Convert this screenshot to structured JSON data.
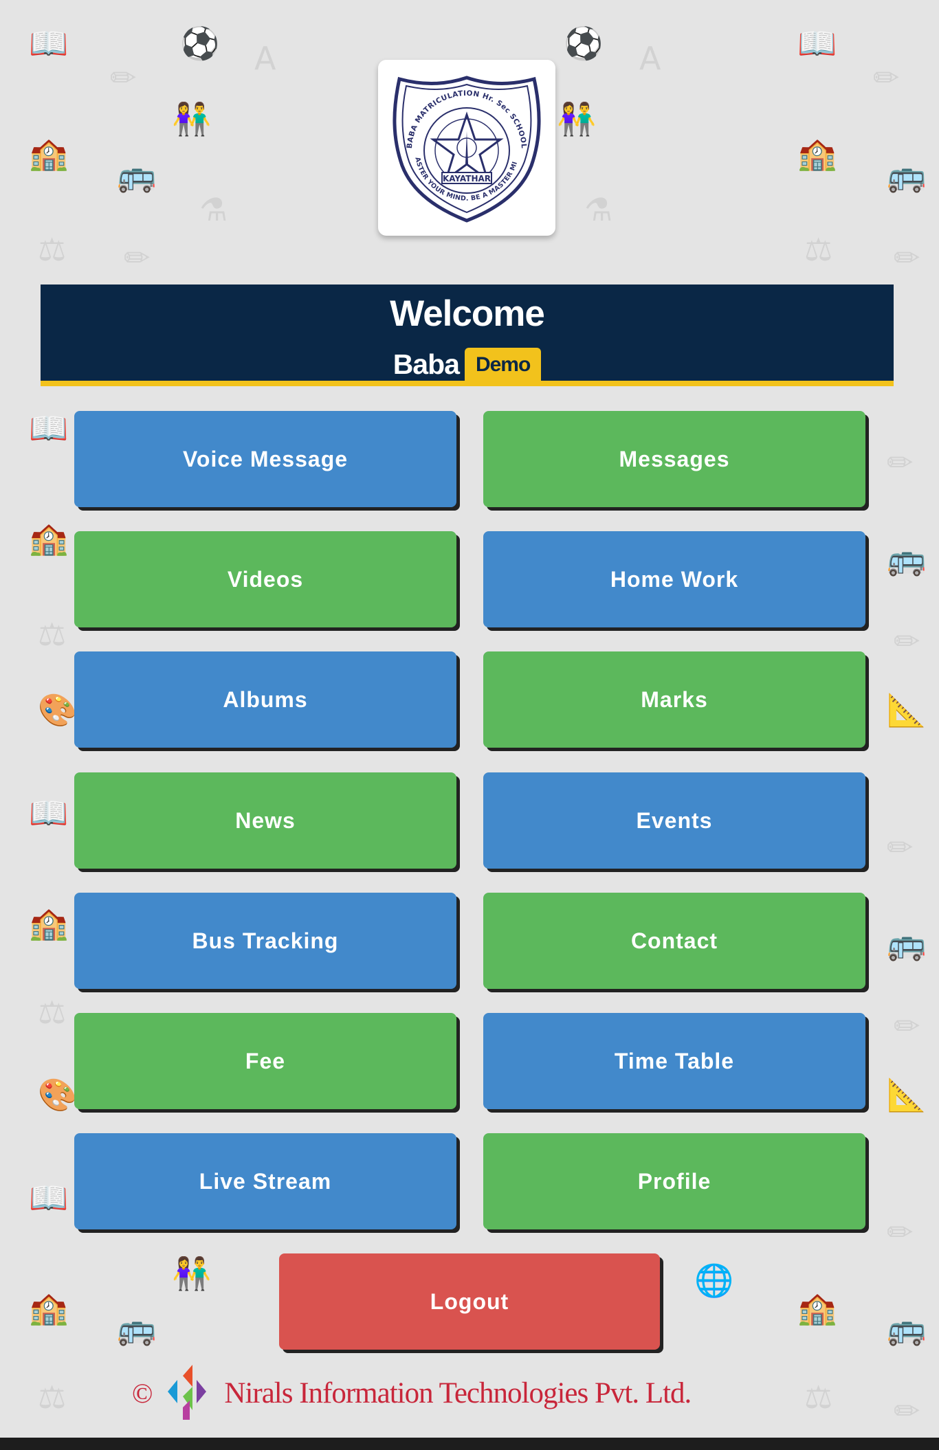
{
  "header": {
    "welcome": "Welcome",
    "user_name": "Baba",
    "user_badge": "Demo"
  },
  "school_logo": {
    "ring_text_top": "BABA MATRICULATION Hr. Sec SCHOOL",
    "ring_text_bottom": "MASTER YOUR MIND. BE A MASTER MIND",
    "ribbon": "KAYATHAR"
  },
  "menu": [
    {
      "label": "Voice Message",
      "color": "#4289cb"
    },
    {
      "label": "Messages",
      "color": "#5cb85c"
    },
    {
      "label": "Videos",
      "color": "#5cb85c"
    },
    {
      "label": "Home Work",
      "color": "#4289cb"
    },
    {
      "label": "Albums",
      "color": "#4289cb"
    },
    {
      "label": "Marks",
      "color": "#5cb85c"
    },
    {
      "label": "News",
      "color": "#5cb85c"
    },
    {
      "label": "Events",
      "color": "#4289cb"
    },
    {
      "label": "Bus Tracking",
      "color": "#4289cb"
    },
    {
      "label": "Contact",
      "color": "#5cb85c"
    },
    {
      "label": "Fee",
      "color": "#5cb85c"
    },
    {
      "label": "Time Table",
      "color": "#4289cb"
    },
    {
      "label": "Live Stream",
      "color": "#4289cb"
    },
    {
      "label": "Profile",
      "color": "#5cb85c"
    }
  ],
  "logout": {
    "label": "Logout",
    "color": "#d9534f"
  },
  "footer": {
    "copyright": "©",
    "company": "Nirals Information Technologies Pvt. Ltd."
  },
  "colors": {
    "banner": "#0a2746",
    "accent": "#f2c21c",
    "background": "#e4e4e4"
  }
}
